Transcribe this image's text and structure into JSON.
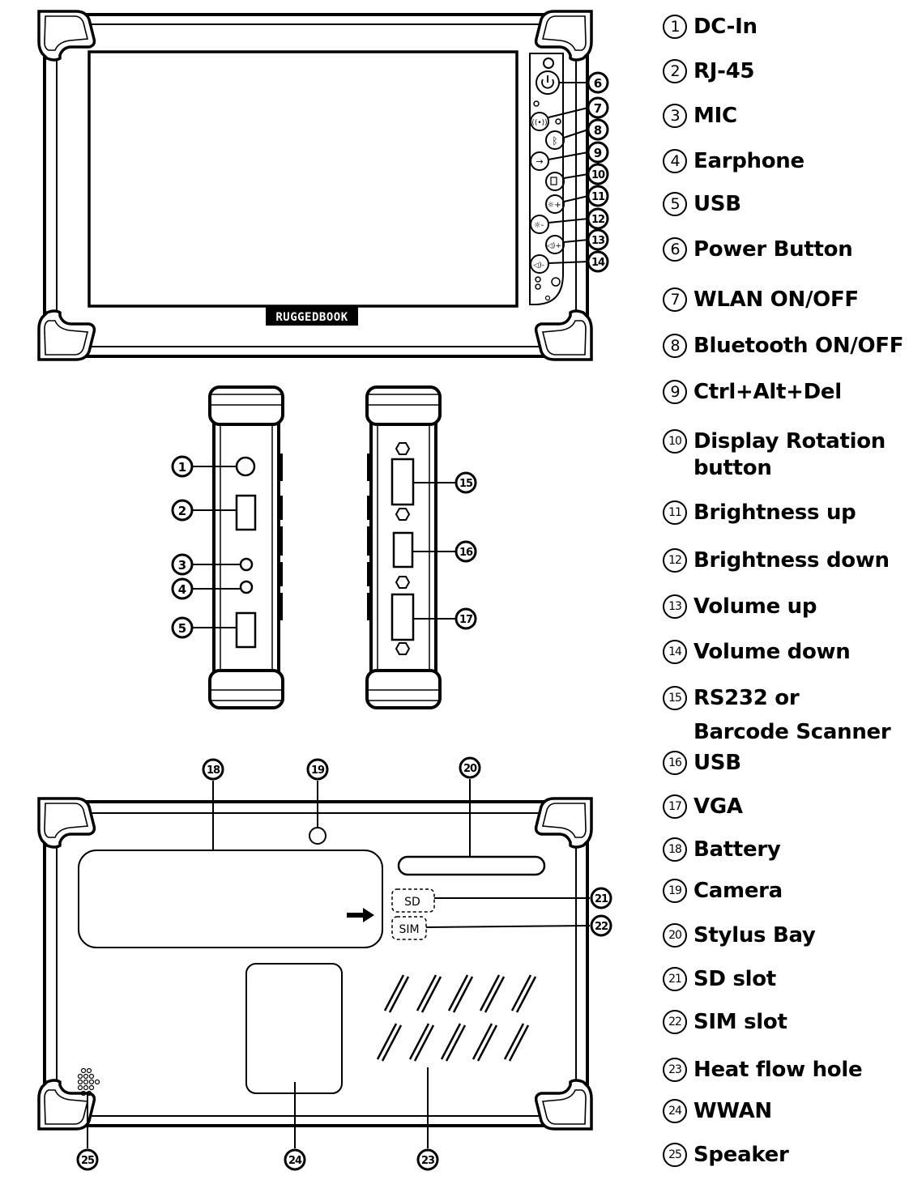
{
  "brand": "RUGGEDBOOK",
  "legend": [
    {
      "num": "1",
      "label": "DC-In"
    },
    {
      "num": "2",
      "label": "RJ-45"
    },
    {
      "num": "3",
      "label": "MIC"
    },
    {
      "num": "4",
      "label": "Earphone"
    },
    {
      "num": "5",
      "label": "USB"
    },
    {
      "num": "6",
      "label": "Power Button"
    },
    {
      "num": "7",
      "label": "WLAN ON/OFF"
    },
    {
      "num": "8",
      "label": "Bluetooth ON/OFF"
    },
    {
      "num": "9",
      "label": "Ctrl+Alt+Del"
    },
    {
      "num": "10",
      "label": "Display Rotation\nbutton"
    },
    {
      "num": "11",
      "label": "Brightness up"
    },
    {
      "num": "12",
      "label": "Brightness down"
    },
    {
      "num": "13",
      "label": "Volume up"
    },
    {
      "num": "14",
      "label": "Volume down"
    },
    {
      "num": "15",
      "label": "RS232 or\nBarcode Scanner"
    },
    {
      "num": "16",
      "label": "USB"
    },
    {
      "num": "17",
      "label": "VGA"
    },
    {
      "num": "18",
      "label": "Battery"
    },
    {
      "num": "19",
      "label": "Camera"
    },
    {
      "num": "20",
      "label": "Stylus Bay"
    },
    {
      "num": "21",
      "label": "SD slot"
    },
    {
      "num": "22",
      "label": "SIM slot"
    },
    {
      "num": "23",
      "label": "Heat flow hole"
    },
    {
      "num": "24",
      "label": "WWAN"
    },
    {
      "num": "25",
      "label": "Speaker"
    }
  ],
  "back_labels": {
    "sd": "SD",
    "sim": "SIM"
  }
}
